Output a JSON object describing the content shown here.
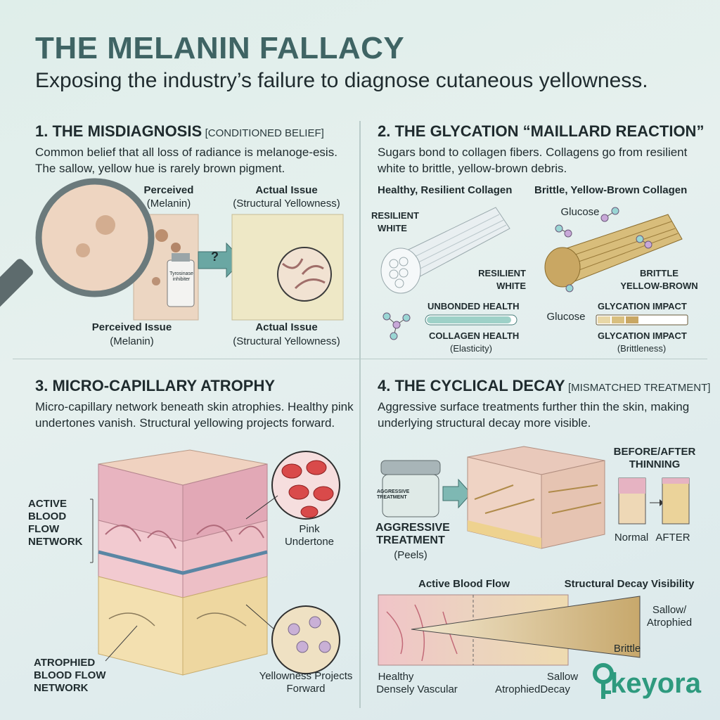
{
  "header": {
    "title": "THE MELANIN FALLACY",
    "subtitle": "Exposing the industry’s failure to diagnose cutaneous yellowness."
  },
  "section1": {
    "title": "1. THE MISDIAGNOSIS",
    "tag": "[CONDITIONED BELIEF]",
    "body": "Common belief that all loss of radiance is melanoge-esis. The sallow, yellow hue is rarely brown pigment.",
    "perceived_top": "Perceived",
    "perceived_top_sub": "(Melanin)",
    "actual_top": "Actual Issue",
    "actual_top_sub": "(Structural Yellowness)",
    "question": "?",
    "vial_label": "Tyrosinase inhibiter",
    "perceived_bottom": "Perceived Issue",
    "perceived_bottom_sub": "(Melanin)",
    "actual_bottom": "Actual Issue",
    "actual_bottom_sub": "(Structural Yellowness)"
  },
  "section2": {
    "title": "2. THE GLYCATION “MAILLARD REACTION”",
    "body": "Sugars bond to collagen fibers. Collagens go from resilient white to brittle, yellow-brown debris.",
    "healthy_heading": "Healthy, Resilient Collagen",
    "brittle_heading": "Brittle, Yellow-Brown Collagen",
    "resilient_white_left": "RESILIENT WHITE",
    "resilient_white_right": "RESILIENT WHITE",
    "glucose_top": "Glucose",
    "glucose_bottom": "Glucose",
    "brittle_label": "BRITTLE YELLOW-BROWN",
    "unbonded_health": "UNBONDED HEALTH",
    "collagen_health": "COLLAGEN HEALTH",
    "collagen_health_sub": "(Elasticity)",
    "glycation_impact_top": "GLYCATION IMPACT",
    "glycation_impact": "GLYCATION IMPACT",
    "glycation_impact_sub": "(Brittleness)"
  },
  "section3": {
    "title": "3. MICRO-CAPILLARY ATROPHY",
    "body": "Micro-capillary network beneath skin atrophies. Healthy pink undertones vanish. Structural yellowing projects forward.",
    "active_label": "ACTIVE BLOOD FLOW NETWORK",
    "atrophied_label": "ATROPHIED BLOOD FLOW NETWORK",
    "pink_label": "Pink Undertone",
    "yellow_label": "Yellowness Projects Forward"
  },
  "section4": {
    "title": "4. THE CYCLICAL DECAY",
    "tag": "[MISMATCHED TREATMENT]",
    "body": "Aggressive surface treatments further thin the skin, making underlying structural decay more visible.",
    "jar_label": "AGGRESSIVE TREATMENT",
    "treatment_label": "AGGRESSIVE TREATMENT",
    "treatment_sub": "(Peels)",
    "before_after": "BEFORE/AFTER THINNING",
    "normal": "Normal",
    "after": "AFTER",
    "active_flow": "Active Blood Flow",
    "decay_visibility": "Structural Decay Visibility",
    "sallow_atrophied": "Sallow/ Atrophied",
    "brittle": "Brittle",
    "healthy": "Healthy",
    "densely_vascular": "Densely Vascular",
    "sallow": "Sallow",
    "atrophied_decay": "AtrophiedDecay"
  },
  "brand": {
    "logo": "keyora",
    "color": "#2e9a7e"
  }
}
